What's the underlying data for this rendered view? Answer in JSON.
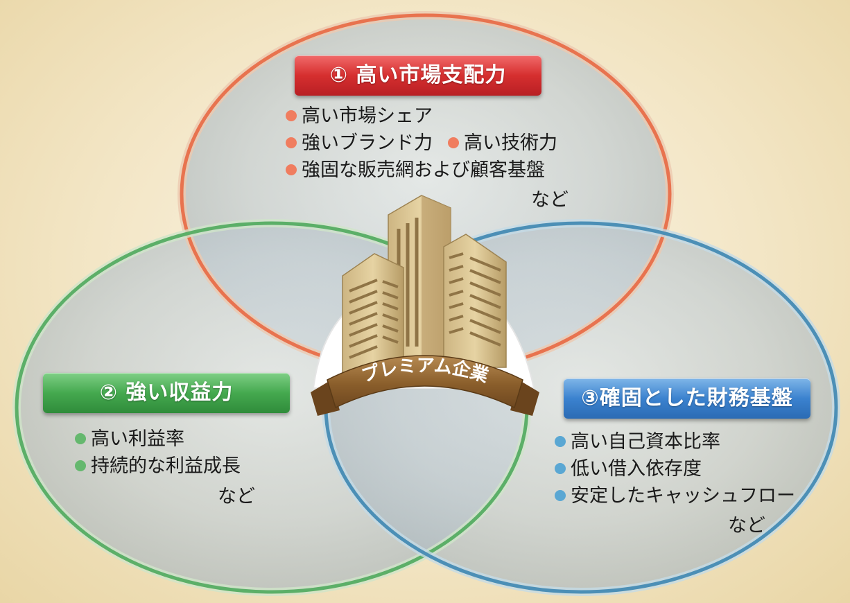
{
  "circles": {
    "market": {
      "title": "① 高い市場支配力",
      "color": "#e8734f",
      "items": [
        "高い市場シェア",
        "強いブランド力",
        "高い技術力",
        "強固な販売網および顧客基盤"
      ],
      "etc": "など"
    },
    "profit": {
      "title": "② 強い収益力",
      "color": "#5caf68",
      "items": [
        "高い利益率",
        "持続的な利益成長"
      ],
      "etc": "など"
    },
    "finance": {
      "title": "③確固とした財務基盤",
      "color": "#4c8fb6",
      "items": [
        "高い自己資本比率",
        "低い借入依存度",
        "安定したキャッシュフロー"
      ],
      "etc": "など"
    }
  },
  "center": {
    "label": "プレミアム企業",
    "icon": "building-icon"
  }
}
